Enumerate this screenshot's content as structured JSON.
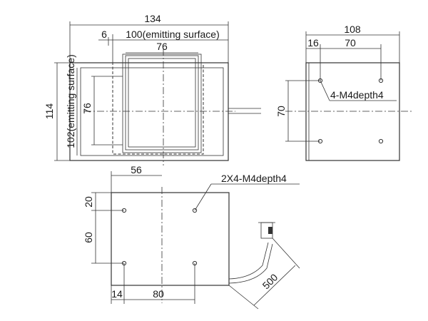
{
  "front_view": {
    "overall_width": "134",
    "emitting_width": "100(emitting surface)",
    "offset": "6",
    "window_width": "76",
    "overall_height": "114",
    "emitting_height": "102(emitting surface)",
    "window_height": "76"
  },
  "side_view": {
    "overall_width": "108",
    "offset": "16",
    "hole_pitch_x": "70",
    "hole_pitch_y": "70",
    "hole_callout": "4-M4depth4"
  },
  "bottom_view": {
    "half_width": "56",
    "hole_callout": "2X4-M4depth4",
    "top_offset": "20",
    "hole_pitch_y": "60",
    "left_offset": "14",
    "hole_pitch_x": "80",
    "cable_length": "500"
  }
}
